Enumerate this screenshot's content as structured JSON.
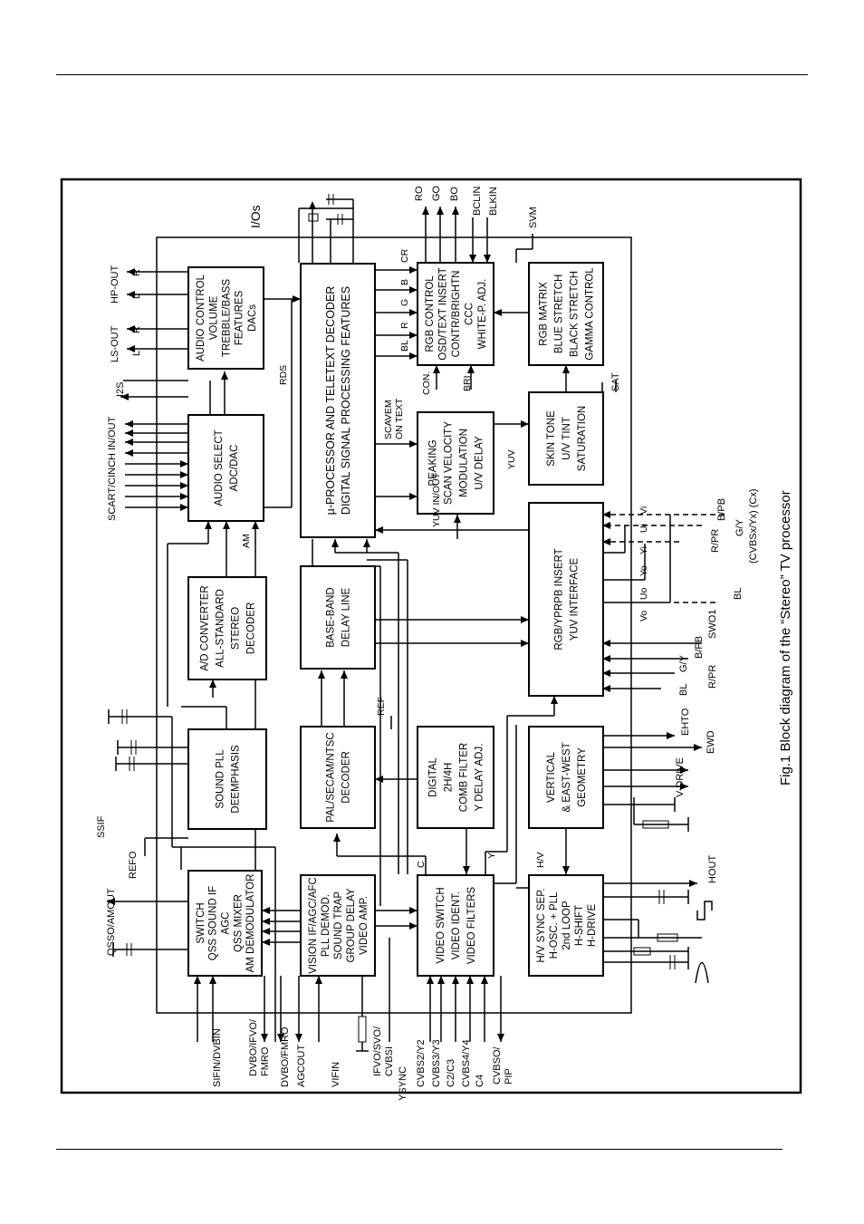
{
  "caption": "Fig.1  Block diagram of the “Stereo” TV processor",
  "blocks": {
    "switch": [
      "SWITCH",
      "QSS SOUND IF",
      "AGC",
      "QSS MIXER",
      "AM DEMODULATOR"
    ],
    "vision_if": [
      "VISION IF/AGC/AFC",
      "PLL DEMOD.",
      "SOUND TRAP",
      "GROUP DELAY",
      "VIDEO AMP."
    ],
    "video_switch": [
      "VIDEO SWITCH",
      "VIDEO IDENT.",
      "VIDEO FILTERS"
    ],
    "hv_sync": [
      "H/V SYNC SEP.",
      "H-OSC. + PLL",
      "2nd LOOP",
      "H-SHIFT",
      "H-DRIVE"
    ],
    "sound_pll": [
      "SOUND PLL",
      "DEEMPHASIS"
    ],
    "pal_decoder": [
      "PAL/SECAM/NTSC",
      "DECODER"
    ],
    "comb_filter": [
      "DIGITAL",
      "2H/4H",
      "COMB FILTER",
      "Y DELAY ADJ."
    ],
    "geometry": [
      "VERTICAL",
      "& EAST-WEST",
      "GEOMETRY"
    ],
    "stereo_decoder": [
      "A/D CONVERTER",
      "ALL-STANDARD",
      "STEREO",
      "DECODER"
    ],
    "baseband_delay": [
      "BASE-BAND",
      "DELAY LINE"
    ],
    "rgb_insert": [
      "RGB/YPRPB INSERT",
      "YUV INTERFACE"
    ],
    "audio_select": [
      "AUDIO SELECT",
      "ADC/DAC"
    ],
    "processor": [
      "µ-PROCESSOR AND TELETEXT DECODER",
      "DIGITAL SIGNAL PROCESSING FEATURES"
    ],
    "peaking": [
      "PEAKING",
      "SCAN VELOCITY",
      "MODULATION",
      "U/V DELAY"
    ],
    "skin_tone": [
      "SKIN TONE",
      "U/V TINT",
      "SATURATION"
    ],
    "audio_control": [
      "AUDIO CONTROL",
      "VOLUME",
      "TREBBLE/BASS",
      "FEATURES",
      "DACs"
    ],
    "rgb_control": [
      "RGB CONTROL",
      "OSD/TEXT INSERT",
      "CONTR/BRIGHTN",
      "CCC",
      "WHITE-P. ADJ."
    ],
    "rgb_matrix": [
      "RGB MATRIX",
      "BLUE STRETCH",
      "BLACK STRETCH",
      "GAMMA CONTROL"
    ]
  },
  "pins_bottom": [
    "SIFIN/DVBIN",
    "DVBO/IFVO/",
    "FMRO",
    "DVBO/FMRO",
    "AGCOUT",
    "VIFIN",
    "IFVO/SVO/",
    "CVBSI",
    "YSYNC",
    "CVBS2/Y2",
    "CVBS3/Y3",
    "C2/C3",
    "CVBS4/Y4",
    "C4",
    "CVBSO/",
    "PIP"
  ],
  "pins_top": [
    "I/Os",
    "RO",
    "GO",
    "BO",
    "BCLIN",
    "BLKIN",
    "SVM"
  ],
  "pins_left": [
    "QSSO/AMOUT",
    "REFO",
    "SSIF",
    "SCART/CINCH IN/OUT",
    "I2S",
    "LS-OUT",
    "HP-OUT",
    "L",
    "R",
    "L",
    "R"
  ],
  "pins_right": [
    "HOUT",
    "V-DRIVE",
    "EWD",
    "EHTO",
    "SAT",
    "SWO1",
    "BL",
    "R/PR",
    "G/Y",
    "B/PB",
    "BL",
    "G/Y",
    "B/PB",
    "R/PR",
    "(CVBSx/Yx) (Cx)"
  ],
  "signal_labels": [
    "C",
    "Y",
    "H/V",
    "REF",
    "AM",
    "RDS",
    "YUV IN/OUT",
    "YUV",
    "SCAVEM",
    "ON TEXT",
    "CON.",
    "BRI",
    "BL",
    "R",
    "G",
    "B",
    "CR",
    "Vo",
    "Uo",
    "Yo",
    "Yi",
    "Ui",
    "Vi"
  ]
}
